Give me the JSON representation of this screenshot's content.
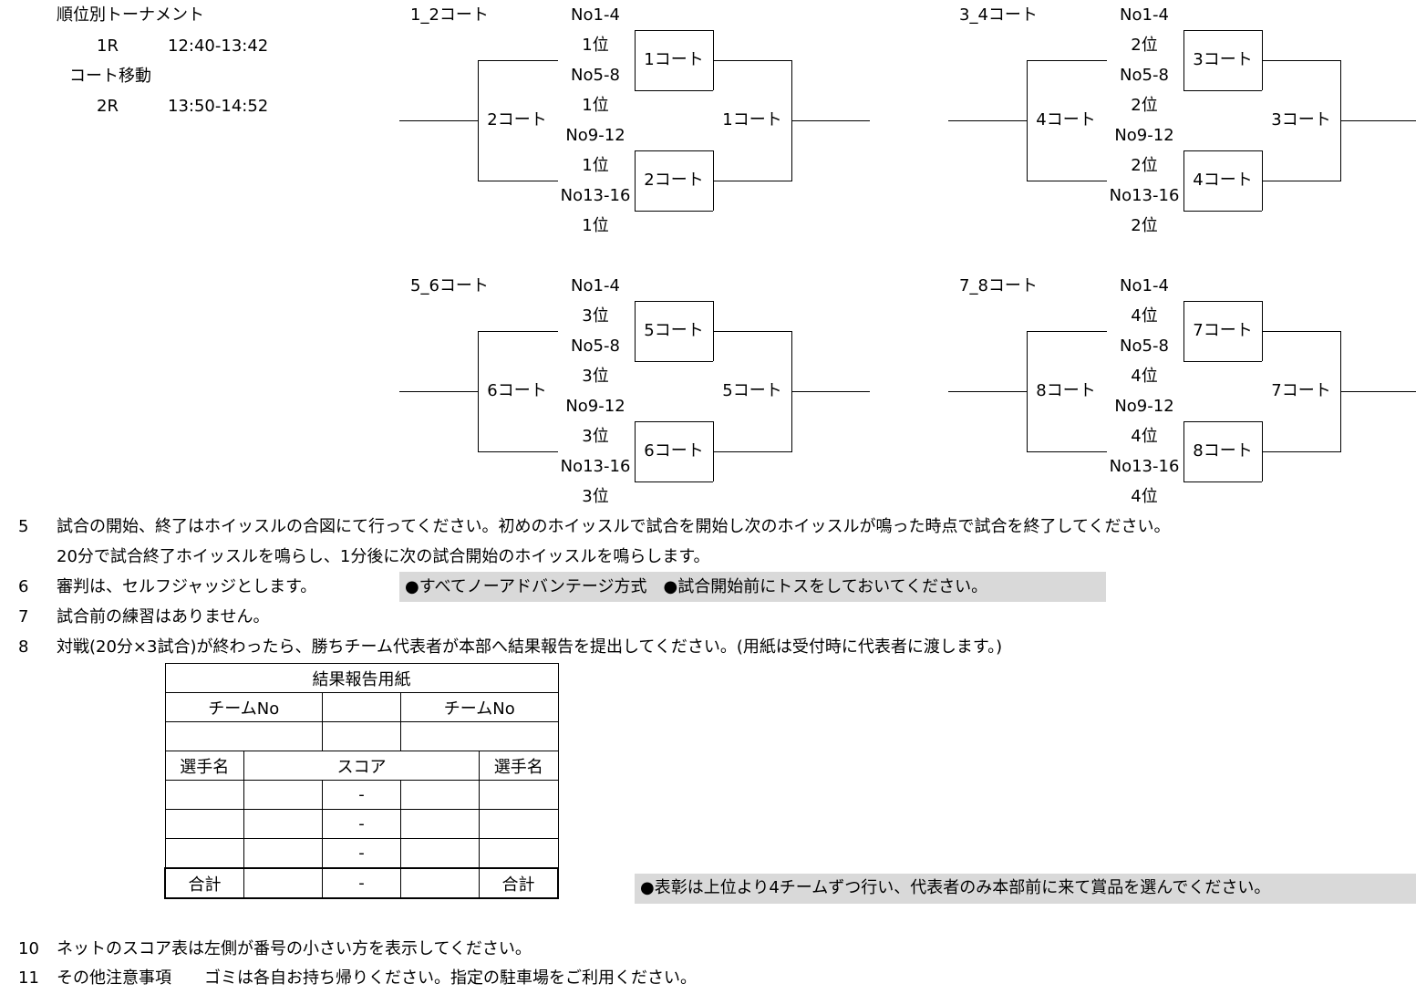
{
  "schedule": {
    "title": "順位別トーナメント",
    "rounds": [
      {
        "label": "1R",
        "time": "12:40-13:42"
      },
      {
        "label": "2R",
        "time": "13:50-14:52"
      }
    ],
    "move": "コート移動"
  },
  "brackets": [
    {
      "title": "1_2コート",
      "slots": [
        "No1-4",
        "1位",
        "No5-8",
        "1位",
        "No9-12",
        "1位",
        "No13-16",
        "1位"
      ],
      "semi_top": "1コート",
      "semi_bottom": "2コート",
      "final_left": "2コート",
      "final_right": "1コート"
    },
    {
      "title": "3_4コート",
      "slots": [
        "No1-4",
        "2位",
        "No5-8",
        "2位",
        "No9-12",
        "2位",
        "No13-16",
        "2位"
      ],
      "semi_top": "3コート",
      "semi_bottom": "4コート",
      "final_left": "4コート",
      "final_right": "3コート"
    },
    {
      "title": "5_6コート",
      "slots": [
        "No1-4",
        "3位",
        "No5-8",
        "3位",
        "No9-12",
        "3位",
        "No13-16",
        "3位"
      ],
      "semi_top": "5コート",
      "semi_bottom": "6コート",
      "final_left": "6コート",
      "final_right": "5コート"
    },
    {
      "title": "7_8コート",
      "slots": [
        "No1-4",
        "4位",
        "No5-8",
        "4位",
        "No9-12",
        "4位",
        "No13-16",
        "4位"
      ],
      "semi_top": "7コート",
      "semi_bottom": "8コート",
      "final_left": "8コート",
      "final_right": "7コート"
    }
  ],
  "notes": {
    "n5": {
      "num": "5",
      "text": "試合の開始、終了はホイッスルの合図にて行ってください。初めのホイッスルで試合を開始し次のホイッスルが鳴った時点で試合を終了してください。",
      "text2": "20分で試合終了ホイッスルを鳴らし、1分後に次の試合開始のホイッスルを鳴らします。"
    },
    "n6": {
      "num": "6",
      "text": "審判は、セルフジャッジとします。",
      "box": "●すべてノーアドバンテージ方式　●試合開始前にトスをしておいてください。"
    },
    "n7": {
      "num": "7",
      "text": "試合前の練習はありません。"
    },
    "n8": {
      "num": "8",
      "text": "対戦(20分×3試合)が終わったら、勝ちチーム代表者が本部へ結果報告を提出してください。(用紙は受付時に代表者に渡します。)"
    },
    "award": "●表彰は上位より4チームずつ行い、代表者のみ本部前に来て賞品を選んでください。",
    "n10": {
      "num": "10",
      "text": "ネットのスコア表は左側が番号の小さい方を表示してください。"
    },
    "n11": {
      "num": "11",
      "text": "その他注意事項　　ゴミは各自お持ち帰りください。指定の駐車場をご利用ください。"
    }
  },
  "report": {
    "title": "結果報告用紙",
    "team_no": "チームNo",
    "player": "選手名",
    "score": "スコア",
    "dash": "-",
    "total": "合計"
  }
}
